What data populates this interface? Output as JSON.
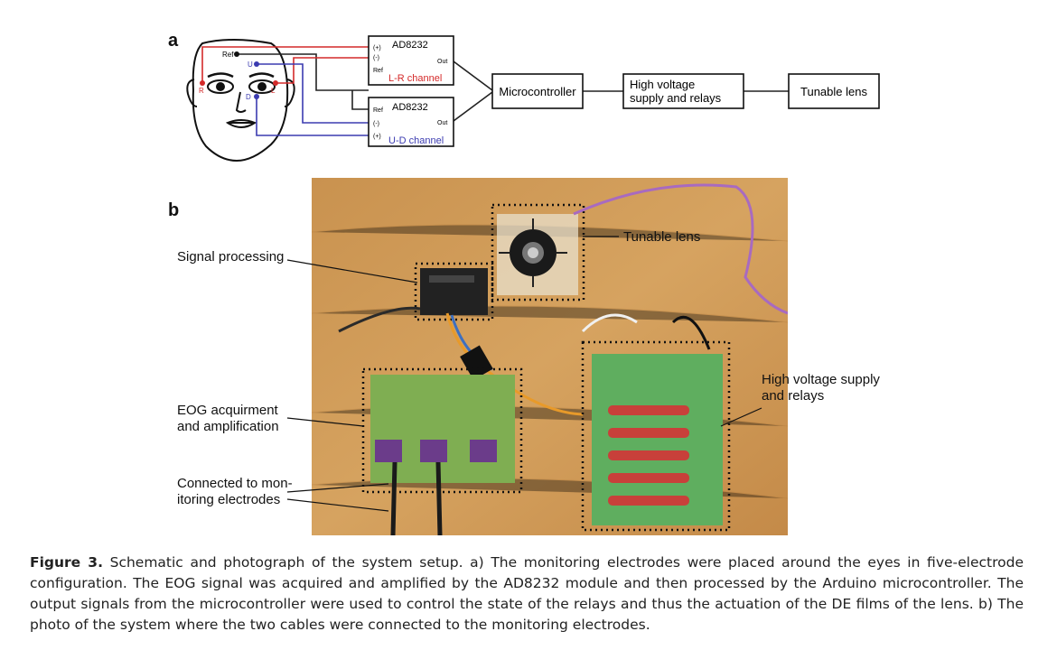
{
  "panel_a": {
    "label": "a",
    "electrodes": {
      "ref": "Ref",
      "up": "U",
      "down": "D",
      "right": "R",
      "left": "L"
    },
    "amp_top": {
      "title": "AD8232",
      "plus": "(+)",
      "minus": "(-)",
      "out": "Out",
      "ref": "Ref",
      "channel": "L-R channel"
    },
    "amp_bottom": {
      "title": "AD8232",
      "ref": "Ref",
      "minus": "(-)",
      "out": "Out",
      "plus": "(+)",
      "channel": "U-D channel"
    },
    "microcontroller": "Microcontroller",
    "hv_line1": "High voltage",
    "hv_line2": "supply and relays",
    "lens": "Tunable lens",
    "colors": {
      "lr_wire": "#d42a2a",
      "ud_wire": "#3b3bb0",
      "ref_wire": "#222222"
    }
  },
  "panel_b": {
    "label": "b",
    "callouts": {
      "tunable_lens": "Tunable lens",
      "signal_processing": "Signal processing",
      "hv_line1": "High voltage supply",
      "hv_line2": "and relays",
      "eog_line1": "EOG acquirment",
      "eog_line2": "and amplification",
      "conn_line1": "Connected to mon-",
      "conn_line2": "itoring electrodes"
    }
  },
  "caption": {
    "label": "Figure 3.",
    "text": "Schematic and photograph of the system setup. a) The monitoring electrodes were placed around the eyes in five-electrode configuration. The EOG signal was acquired and amplified by the AD8232 module and then processed by the Arduino microcontroller. The output signals from the microcontroller were used to control the state of the relays and thus the actuation of the DE films of the lens. b) The photo of the system where the two cables were connected to the monitoring electrodes."
  }
}
